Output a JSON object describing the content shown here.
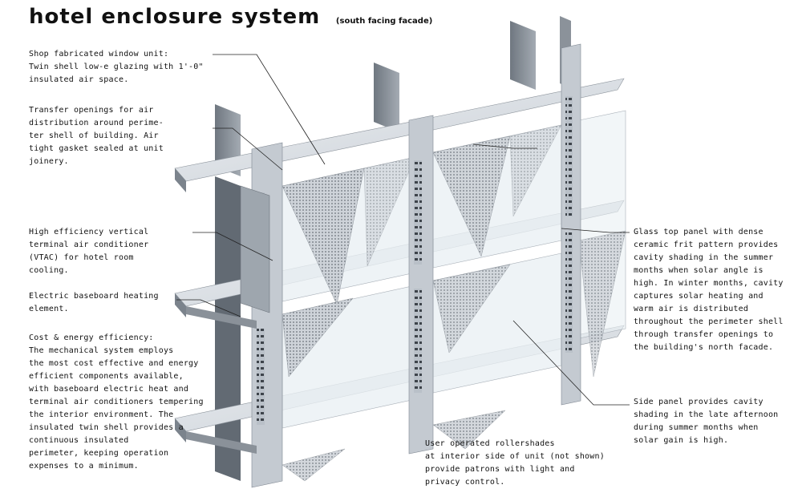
{
  "title": {
    "main": "hotel enclosure system",
    "sub": "(south facing facade)"
  },
  "notes": {
    "window_unit": "Shop fabricated window unit:\nTwin shell low-e glazing with 1'-0\"\ninsulated air space.",
    "transfer_openings": "Transfer openings for air\ndistribution around perime-\nter shell of building.  Air\ntight gasket sealed at unit\njoinery.",
    "vtac": "High efficiency vertical\nterminal air conditioner\n(VTAC) for hotel room\ncooling.",
    "baseboard": "Electric baseboard heating\nelement.",
    "cost": "Cost & energy efficiency:\nThe mechanical system employs\nthe most cost effective and energy\nefficient components available,\nwith baseboard electric heat and\nterminal air conditioners tempering\nthe interior environment.  The\ninsulated twin shell provides a\ncontinuous insulated\nperimeter, keeping operation\nexpenses to a minimum.",
    "rollershades": "User operated rollershades\nat interior side of unit (not shown)\nprovide patrons with light and\nprivacy control.",
    "glass_top": "Glass top panel with dense\nceramic frit pattern provides\ncavity shading in the summer\nmonths when solar angle is\nhigh.  In winter months, cavity\ncaptures solar heating and\nwarm air is distributed\nthroughout the perimeter shell\nthrough transfer openings to\nthe building's north facade.",
    "side_panel": "Side panel provides cavity\nshading in the late afternoon\nduring summer months when\nsolar gain is high."
  },
  "colors": {
    "frame": "#b9c0c8",
    "frame_dark": "#7f8791",
    "slab": "#dfe4ea",
    "glass": "#e8edf1",
    "frit": "#9aa1a9",
    "background": "#ffffff"
  }
}
